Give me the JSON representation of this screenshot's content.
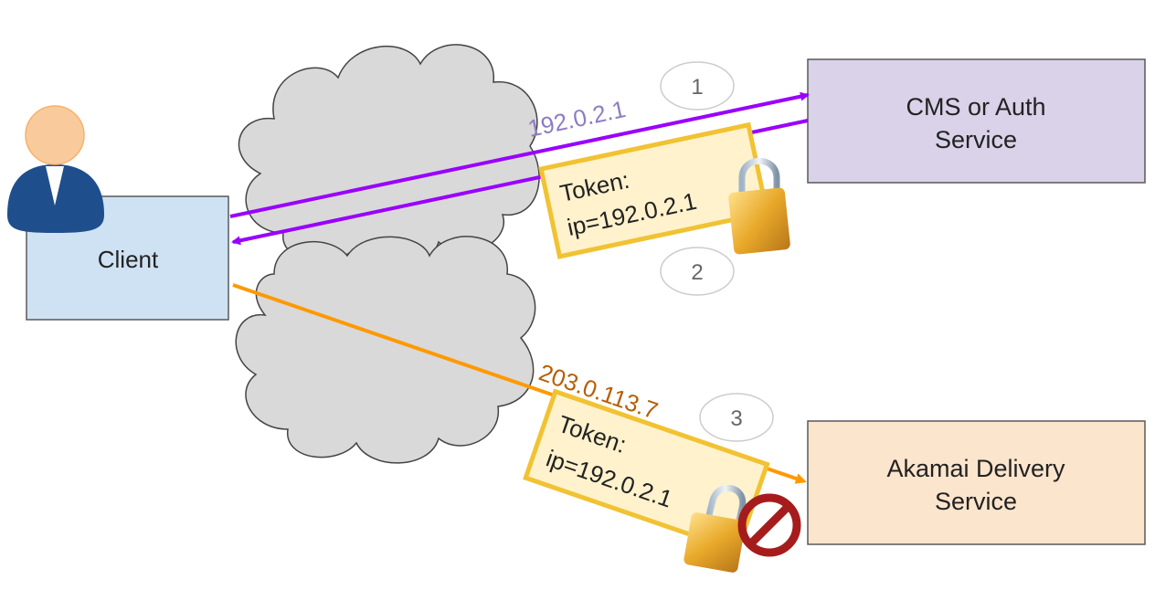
{
  "diagram": {
    "nodes": {
      "client": {
        "label": "Client",
        "fill": "#cfe2f3",
        "stroke": "#595959"
      },
      "cms": {
        "label_line1": "CMS or Auth",
        "label_line2": "Service",
        "fill": "#d9d2e9",
        "stroke": "#595959"
      },
      "akamai": {
        "label_line1": "Akamai Delivery",
        "label_line2": "Service",
        "fill": "#fce5cd",
        "stroke": "#595959"
      },
      "internet_cloud": {
        "fill": "#d9d9d9",
        "stroke": "#444444"
      }
    },
    "flows": [
      {
        "step": "1",
        "ip_label": "192.0.2.1",
        "color": "#9900ff",
        "label_color": "#8e7cc3",
        "from": "client",
        "to": "cms"
      },
      {
        "step": "2",
        "color": "#9900ff",
        "from": "cms",
        "to": "client"
      },
      {
        "step": "3",
        "ip_label": "203.0.113.7",
        "color": "#ff9900",
        "label_color": "#b45f06",
        "from": "client",
        "to": "akamai"
      }
    ],
    "tokens": [
      {
        "line1": "Token:",
        "line2": "ip=192.0.2.1",
        "fill": "#fff2cc",
        "stroke": "#f1c232",
        "status": "valid"
      },
      {
        "line1": "Token:",
        "line2": "ip=192.0.2.1",
        "fill": "#fff2cc",
        "stroke": "#f1c232",
        "status": "rejected"
      }
    ],
    "colors": {
      "person_head": "#f9cb9c",
      "person_body": "#1f4e8c",
      "lock_gold": "#e8a92a",
      "prohibited_red": "#a61c1c",
      "step_text": "#666666"
    }
  }
}
